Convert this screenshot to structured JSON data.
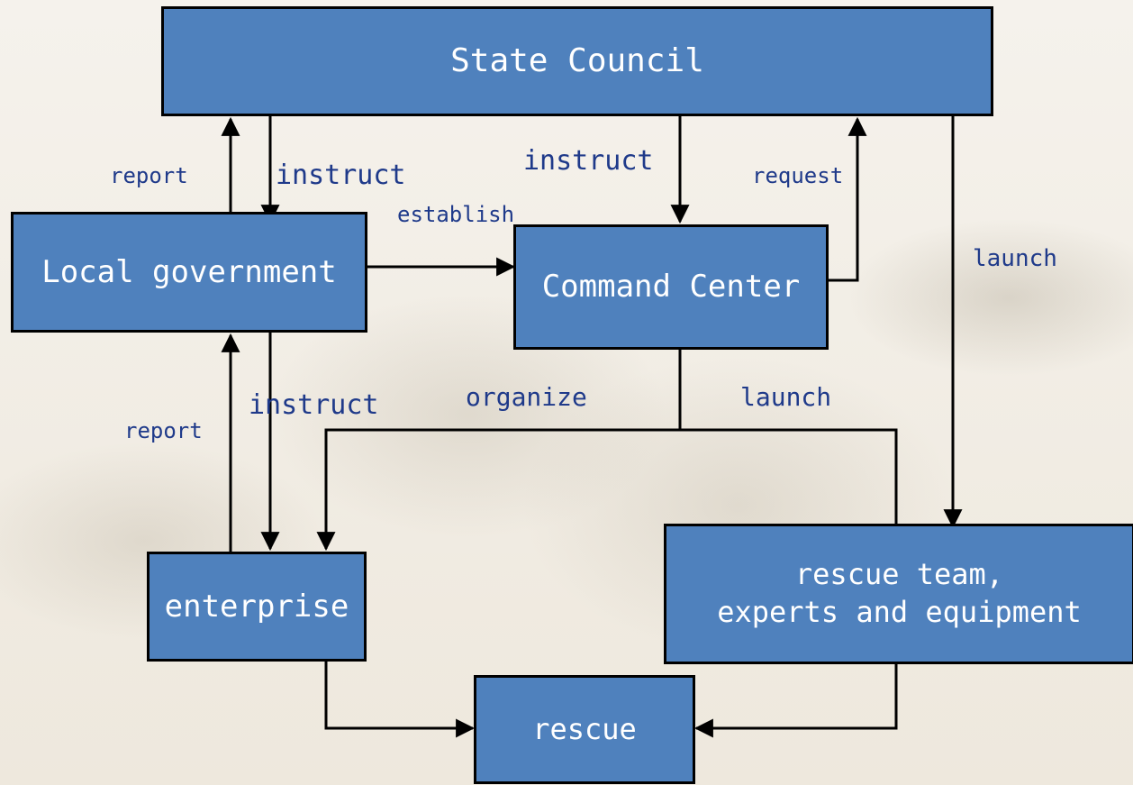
{
  "nodes": {
    "state_council": "State Council",
    "local_government": "Local government",
    "command_center": "Command Center",
    "enterprise": "enterprise",
    "rescue_team": "rescue team,\nexperts and equipment",
    "rescue": "rescue"
  },
  "edges": {
    "report_top": "report",
    "instruct_local": "instruct",
    "instruct_center": "instruct",
    "establish": "establish",
    "request": "request",
    "launch_right": "launch",
    "report_bottom": "report",
    "instruct_enterprise": "instruct",
    "organize": "organize",
    "launch_center": "launch"
  },
  "colors": {
    "node_fill": "#4f81bd",
    "node_border": "#000000",
    "label_text": "#1f3a8a"
  }
}
